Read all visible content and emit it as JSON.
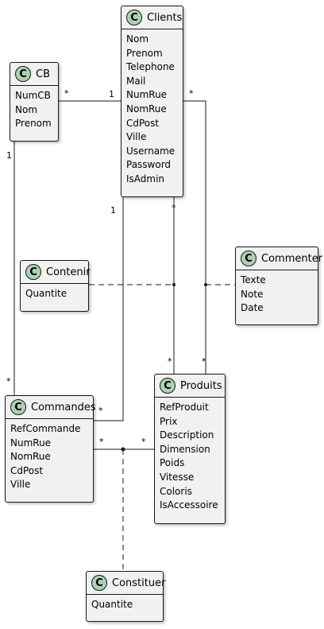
{
  "classes": {
    "clients": {
      "name": "Clients",
      "stereotype": "C",
      "fields": [
        "Nom",
        "Prenom",
        "Telephone",
        "Mail",
        "NumRue",
        "NomRue",
        "CdPost",
        "Ville",
        "Username",
        "Password",
        "IsAdmin"
      ]
    },
    "cb": {
      "name": "CB",
      "stereotype": "C",
      "fields": [
        "NumCB",
        "Nom",
        "Prenom"
      ]
    },
    "contenir": {
      "name": "Contenir",
      "stereotype": "C",
      "fields": [
        "Quantite"
      ]
    },
    "commenter": {
      "name": "Commenter",
      "stereotype": "C",
      "fields": [
        "Texte",
        "Note",
        "Date"
      ]
    },
    "commandes": {
      "name": "Commandes",
      "stereotype": "C",
      "fields": [
        "RefCommande",
        "NumRue",
        "NomRue",
        "CdPost",
        "Ville"
      ]
    },
    "produits": {
      "name": "Produits",
      "stereotype": "C",
      "fields": [
        "RefProduit",
        "Prix",
        "Description",
        "Dimension",
        "Poids",
        "Vitesse",
        "Coloris",
        "IsAccessoire"
      ]
    },
    "constituer": {
      "name": "Constituer",
      "stereotype": "C",
      "fields": [
        "Quantite"
      ]
    }
  },
  "multiplicities": {
    "cb_clients_star": "*",
    "cb_clients_one": "1",
    "cb_commandes_one": "1",
    "cb_commandes_star": "*",
    "clients_commandes_one": "1",
    "clients_commandes_star": "*",
    "clients_produits_a_star": "*",
    "produits_a_star": "*",
    "clients_produits_b_star": "*",
    "produits_b_star": "*",
    "commandes_produits_star": "*",
    "produits_commandes_star": "*"
  },
  "colors": {
    "class_fill": "#f1f1f1",
    "stereotype_fill": "#add1b2",
    "line": "#181818"
  }
}
